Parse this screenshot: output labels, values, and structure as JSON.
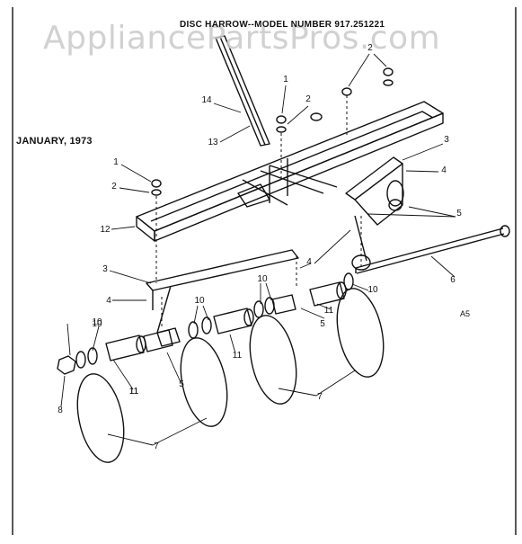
{
  "watermark": "AppliancePartsPros.com",
  "title": "DISC HARROW--MODEL NUMBER 917.251221",
  "date": "JANUARY, 1973",
  "sheet_code": "A5",
  "callouts": [
    "1",
    "2",
    "14",
    "13",
    "1",
    "2",
    "2",
    "3",
    "4",
    "5",
    "12",
    "3",
    "4",
    "4",
    "10",
    "10",
    "10",
    "5",
    "11",
    "10",
    "11",
    "5",
    "11",
    "6",
    "10",
    "8",
    "11",
    "7",
    "7"
  ]
}
